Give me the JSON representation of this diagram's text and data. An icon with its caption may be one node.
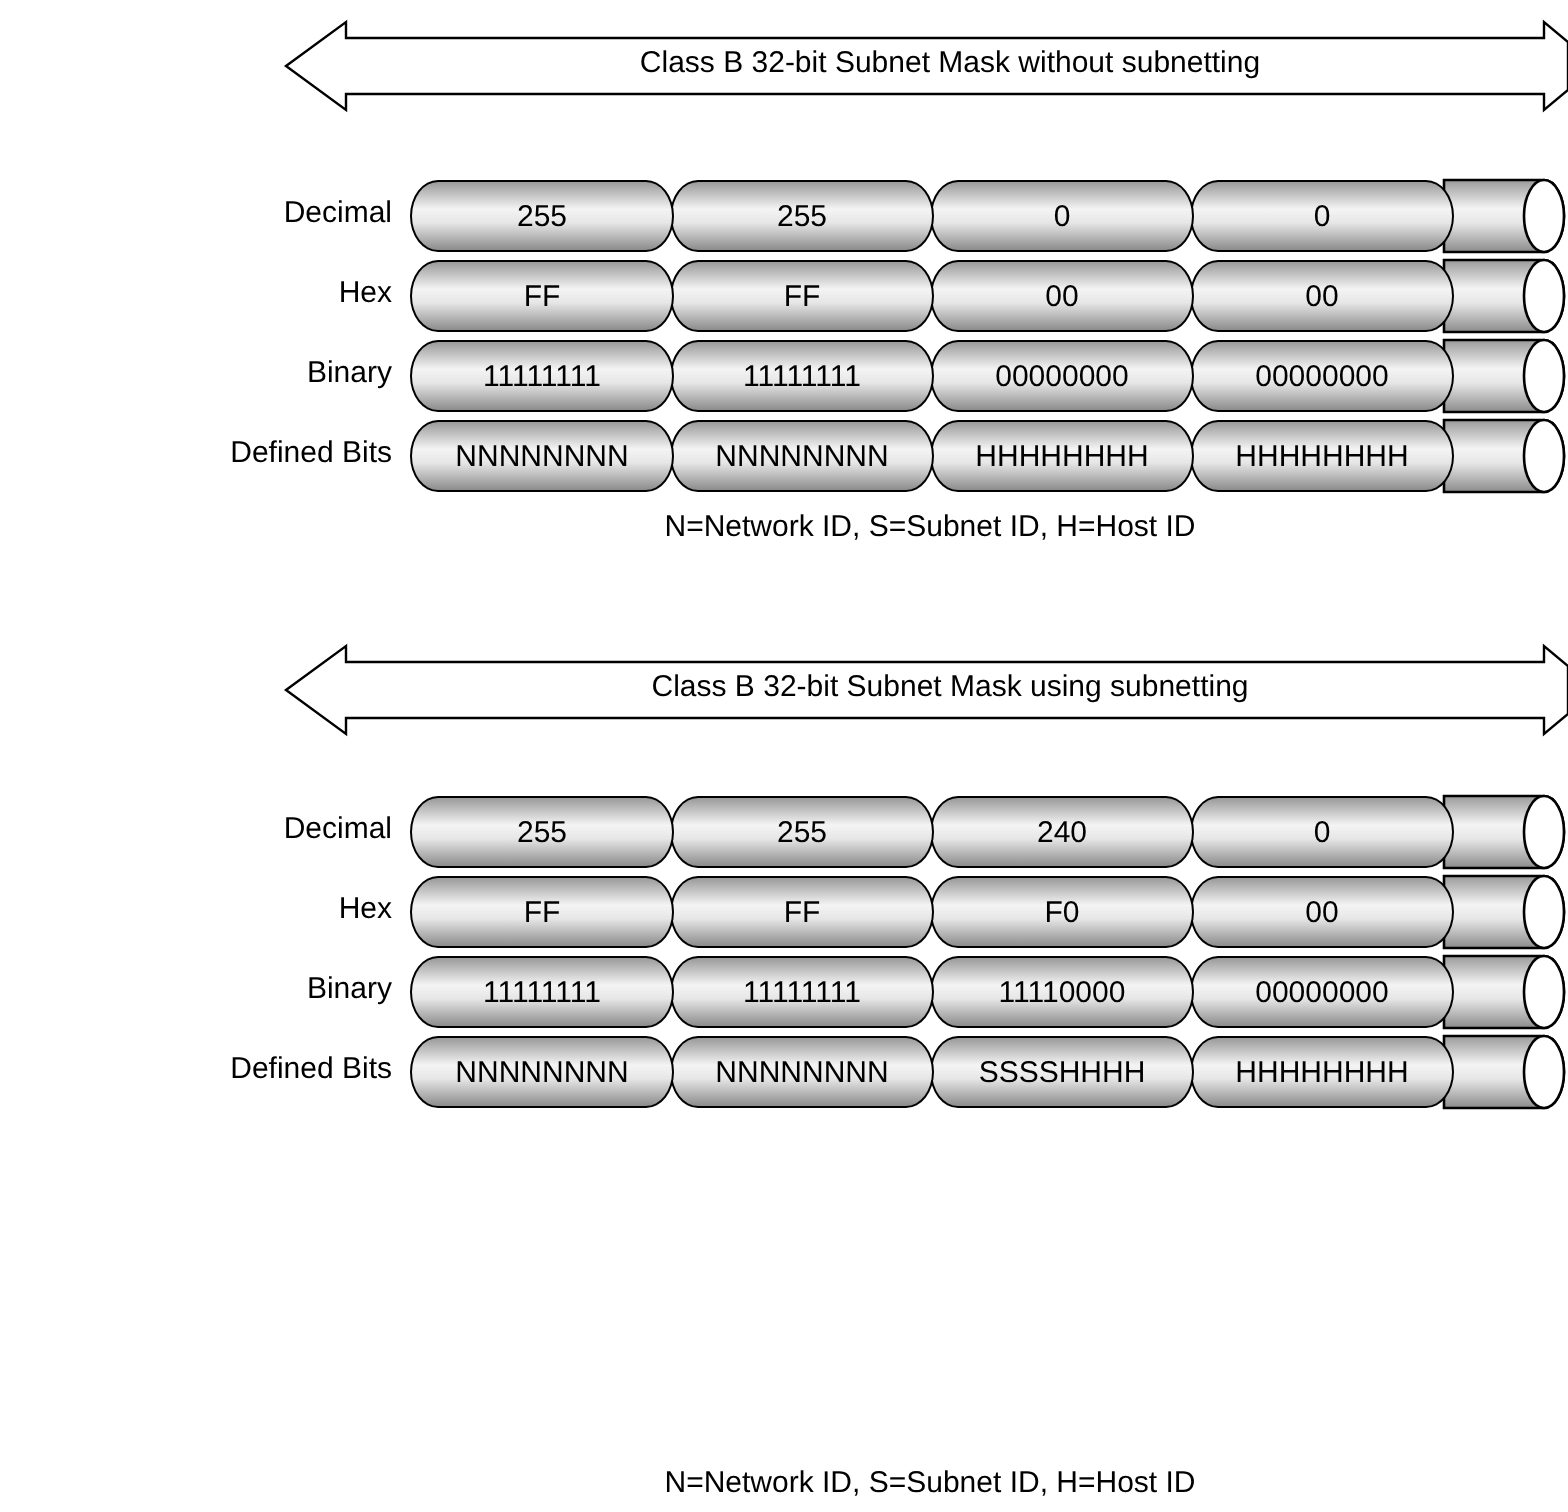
{
  "diagram": {
    "nodes": [
      {
        "text": [
          "255"
        ]
      },
      {
        "text": [
          "255"
        ]
      },
      {
        "text": [
          "0"
        ]
      },
      {
        "text": [
          "0"
        ]
      },
      {
        "text": [
          "FF"
        ]
      },
      {
        "text": [
          "FF"
        ]
      },
      {
        "text": [
          "00"
        ]
      },
      {
        "text": [
          "00"
        ]
      },
      {
        "text": [
          "11111111"
        ]
      },
      {
        "text": [
          "11111111"
        ]
      },
      {
        "text": [
          "00000000"
        ]
      },
      {
        "text": [
          "00000000"
        ]
      },
      {
        "text": [
          "NNNNNNNN"
        ]
      },
      {
        "text": [
          "NNNNNNNN"
        ]
      },
      {
        "text": [
          "HHHHHHHH"
        ]
      },
      {
        "text": [
          "HHHHHHHH"
        ]
      },
      {
        "text": [
          "255"
        ]
      },
      {
        "text": [
          "255"
        ]
      },
      {
        "text": [
          "240"
        ]
      },
      {
        "text": [
          "0"
        ]
      },
      {
        "text": [
          "FF"
        ]
      },
      {
        "text": [
          "FF"
        ]
      },
      {
        "text": [
          "F0"
        ]
      },
      {
        "text": [
          "00"
        ]
      },
      {
        "text": [
          "11111111"
        ]
      },
      {
        "text": [
          "11111111"
        ]
      },
      {
        "text": [
          "11110000"
        ]
      },
      {
        "text": [
          "00000000"
        ]
      },
      {
        "text": [
          "NNNNNNNN"
        ]
      },
      {
        "text": [
          "NNNNNNNN"
        ]
      },
      {
        "text": [
          "SSSSHHHH"
        ]
      },
      {
        "text": [
          "HHHHHHHH"
        ]
      }
    ],
    "labels": [
      "Class B 32-bit Subnet Mask without subnetting",
      "Decimal",
      "Hex",
      "Binary",
      "Defined Bits",
      "N=Network ID, S=Subnet ID, H=Host ID",
      "Class B 32-bit Subnet Mask using subnetting",
      "Decimal",
      "Hex",
      "Binary",
      "Defined Bits",
      "N=Network ID, S=Subnet ID, H=Host ID"
    ]
  }
}
